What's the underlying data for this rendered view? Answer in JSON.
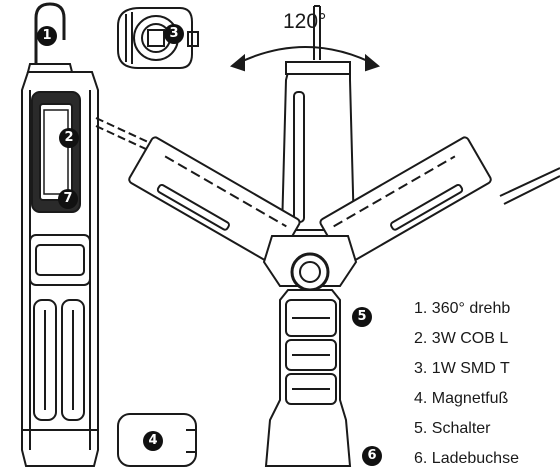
{
  "rotation_label": "120°",
  "callouts": {
    "hook": "1",
    "cob_light": "2",
    "smd_top_light": "3",
    "magnet_base": "4",
    "switch": "5",
    "charging_port": "6",
    "indicator": "7"
  },
  "legend": [
    "1. 360° drehb",
    "2. 3W COB L",
    "3. 1W SMD T",
    "4. Magnetfuß",
    "5. Schalter",
    "6. Ladebuchse"
  ]
}
